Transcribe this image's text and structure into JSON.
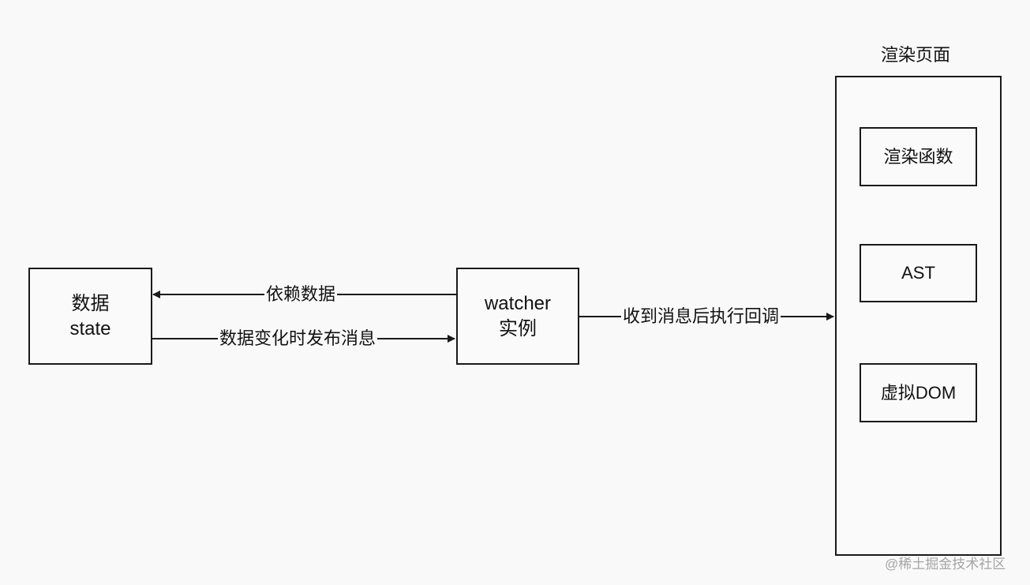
{
  "nodes": {
    "data_state": {
      "line1": "数据",
      "line2": "state"
    },
    "watcher": {
      "line1": "watcher",
      "line2": "实例"
    },
    "render_page": {
      "title": "渲染页面",
      "items": [
        "渲染函数",
        "AST",
        "虚拟DOM"
      ]
    }
  },
  "edges": {
    "dependency": "依赖数据",
    "publish": "数据变化时发布消息",
    "callback": "收到消息后执行回调"
  },
  "watermark": "@稀土掘金技术社区"
}
